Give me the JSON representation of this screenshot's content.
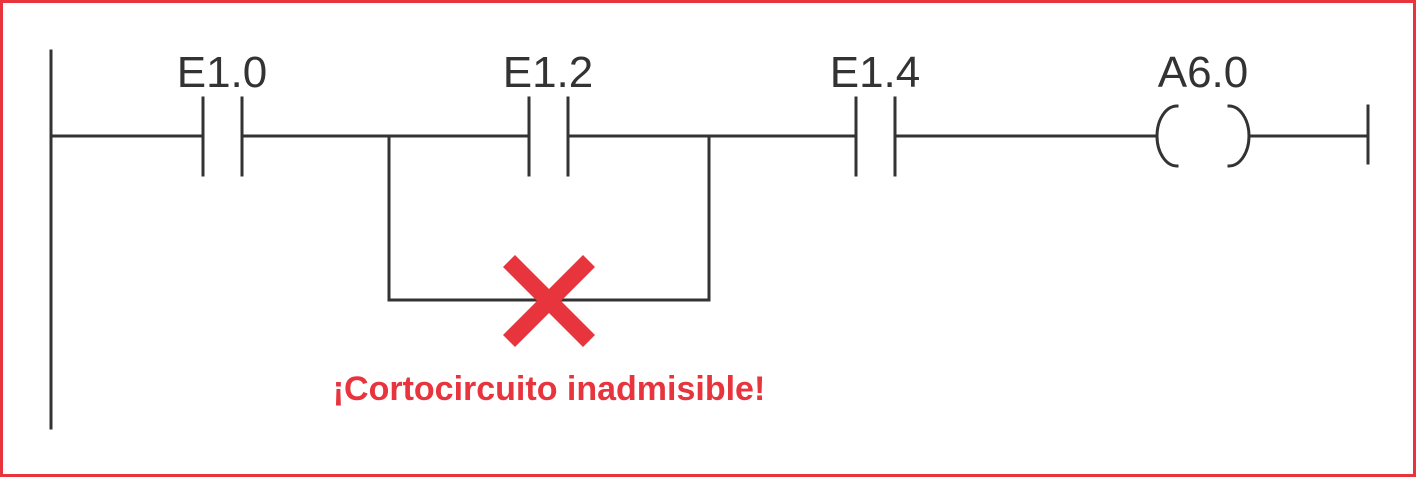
{
  "diagram": {
    "contacts": [
      {
        "label": "E1.0"
      },
      {
        "label": "E1.2"
      },
      {
        "label": "E1.4"
      }
    ],
    "coil": {
      "label": "A6.0"
    },
    "warning_text": "¡Cortocircuito inadmisible!",
    "colors": {
      "wire": "#333333",
      "border": "#e8343d",
      "error": "#e8343d"
    }
  }
}
